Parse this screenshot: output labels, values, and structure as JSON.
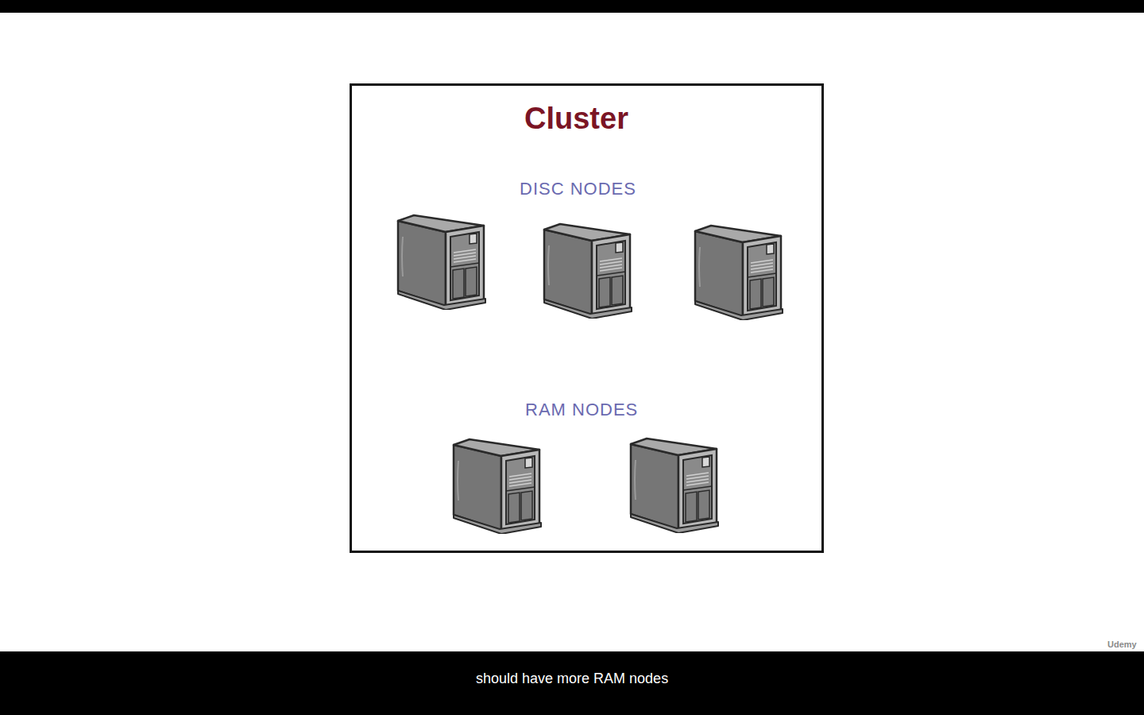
{
  "diagram": {
    "caption": "should have more RAM nodes",
    "nodes": [
      {
        "text": [
          "Cluster"
        ]
      }
    ],
    "labels": [
      "DISC NODES",
      "RAM NODES",
      "Udemy"
    ]
  }
}
